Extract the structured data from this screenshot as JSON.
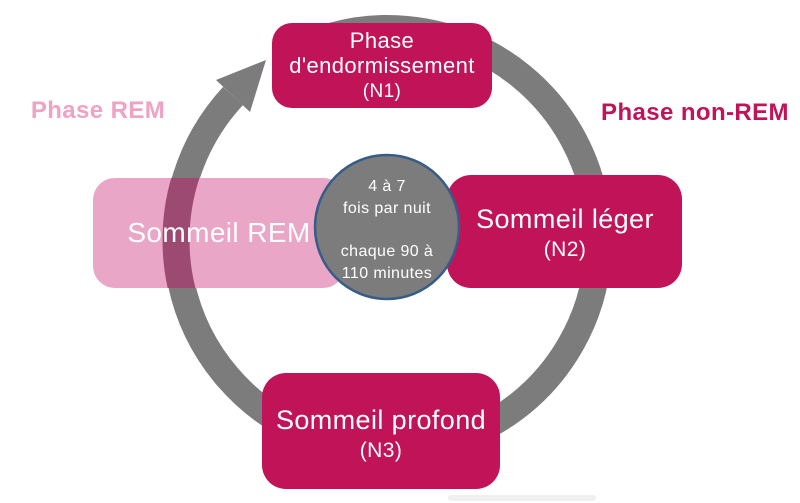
{
  "labels": {
    "rem_phase": "Phase REM",
    "non_rem_phase": "Phase non-REM"
  },
  "nodes": {
    "n1": {
      "lines": [
        "Phase",
        "d'endormissement",
        "(N1)"
      ]
    },
    "n2": {
      "lines": [
        "Sommeil léger",
        "(N2)"
      ]
    },
    "n3": {
      "lines": [
        "Sommeil profond",
        "(N3)"
      ]
    },
    "rem": {
      "lines": [
        "Sommeil REM"
      ]
    }
  },
  "center_note": {
    "lines": [
      "4 à 7",
      "fois par nuit",
      "chaque 90 à",
      "110 minutes"
    ]
  },
  "cycle": {
    "order": [
      "Phase d'endormissement (N1)",
      "Sommeil léger (N2)",
      "Sommeil profond (N3)",
      "Sommeil REM"
    ],
    "direction": "clockwise"
  },
  "colors": {
    "primary_pink": "#C11458",
    "light_pink": "#E9A6C6",
    "ring_gray": "#7C7C7C",
    "ring_overlay_mauve": "#9C4A71",
    "circle_fill_gray": "#7C7C7C",
    "circle_border_navy": "#365C88",
    "rem_label_pink": "#EEA2C4",
    "background": "#FFFFFF"
  }
}
